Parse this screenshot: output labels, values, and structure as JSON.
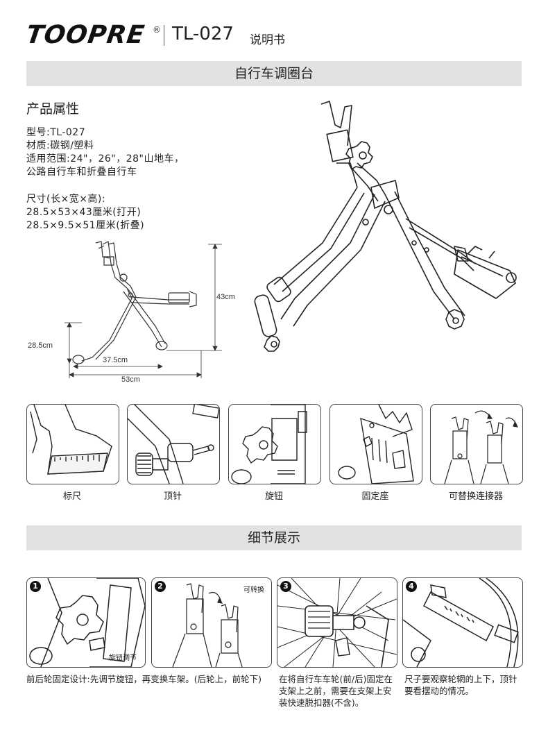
{
  "header": {
    "brand": "TOOPRE",
    "registered": "®",
    "model": "TL-027",
    "manual_label": "说明书"
  },
  "sections": {
    "title": "自行车调圈台",
    "details_title": "细节展示"
  },
  "product": {
    "heading": "产品属性",
    "spec_lines": [
      "型号:TL-027",
      "材质:碳钢/塑料",
      "适用范围:24\"，26\"，28\"山地车，",
      "公路自行车和折叠自行车"
    ],
    "size_lines": [
      "尺寸(长×宽×高):",
      "28.5×53×43厘米(打开)",
      "28.5×9.5×51厘米(折叠)"
    ]
  },
  "dimensions": {
    "height": "43cm",
    "depth": "28.5cm",
    "inner_width": "37.5cm",
    "width": "53cm"
  },
  "parts": [
    {
      "label": "标尺",
      "icon": "ruler-icon"
    },
    {
      "label": "顶针",
      "icon": "thimble-icon"
    },
    {
      "label": "旋钮",
      "icon": "knob-icon"
    },
    {
      "label": "固定座",
      "icon": "mount-icon"
    },
    {
      "label": "可替换连接器",
      "icon": "connector-icon"
    }
  ],
  "details": [
    {
      "number": "1",
      "label": "旋钮调节"
    },
    {
      "number": "2",
      "label": "可转换"
    },
    {
      "number": "3",
      "label": ""
    },
    {
      "number": "4",
      "label": ""
    }
  ],
  "descriptions": [
    "前后轮固定设计:先调节旋钮，再变换车架。(后轮上，前轮下)",
    "在将自行车车轮(前/后)固定在支架上之前，需要在支架上安装快速脱扣器(不含)。",
    "尺子要观察轮辋的上下，顶针要看摆动的情况。"
  ]
}
